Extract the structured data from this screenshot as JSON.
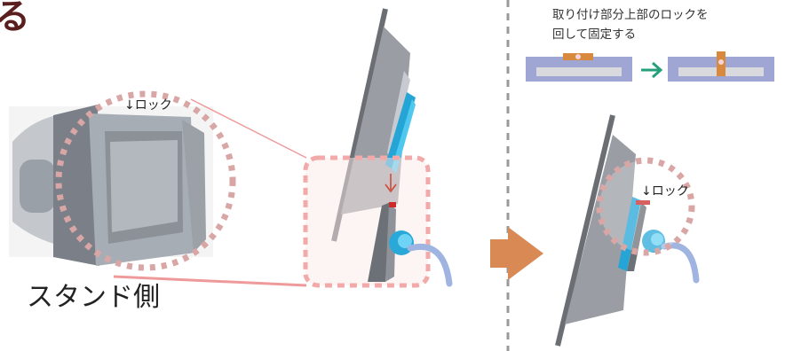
{
  "heading_fragment": "る",
  "stand_label": "スタンド側",
  "instruction": {
    "line1": "取り付け部分上部のロックを",
    "line2": "回して固定する"
  },
  "lock_label_left": "↓ロック",
  "lock_label_right": "↓ロック",
  "icons": {
    "arrow_main": "right-arrow-icon",
    "arrow_small": "right-arrow-icon",
    "arrow_down": "down-arrow-icon"
  },
  "colors": {
    "panel_gray": "#8f9399",
    "bracket_blue": "#2aa8d8",
    "lock_red": "#cc2b2b",
    "arrow_orange": "#d98a54",
    "arrow_green": "#26a07a",
    "highlight_pink": "#f2a9a9",
    "lock_orange": "#d9893e",
    "base_lavender": "#9fa6d4",
    "cable_blue": "#9fb4e0"
  }
}
